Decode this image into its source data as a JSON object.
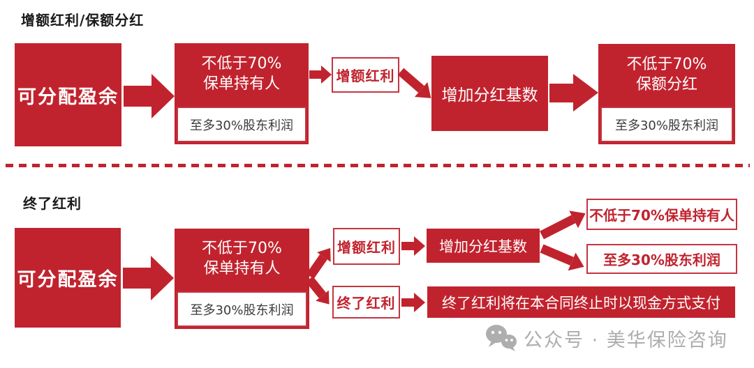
{
  "colors": {
    "red": "#C1232E",
    "label_border": "#C53441",
    "sub_text": "#3B3B3B",
    "watermark_gray": "#ADADAD"
  },
  "top": {
    "title": "增额红利/保额分红",
    "source": "可分配盈余",
    "policyholder": {
      "line1": "不低于70%",
      "line2": "保单持有人"
    },
    "shareholder_sub": "至多30%股东利润",
    "annual_label": "增额红利",
    "increase_base": "增加分红基数",
    "bonus": {
      "line1": "不低于70%",
      "line2": "保额分红"
    },
    "bonus_shareholder_sub": "至多30%股东利润"
  },
  "bottom": {
    "title": "终了红利",
    "source": "可分配盈余",
    "policyholder": {
      "line1": "不低于70%",
      "line2": "保单持有人"
    },
    "shareholder_sub": "至多30%股东利润",
    "annual_label": "增额红利",
    "terminal_label": "终了红利",
    "increase_base": "增加分红基数",
    "result_policyholder": "不低于70%保单持有人",
    "result_shareholder": "至多30%股东利润",
    "terminal_payment": "终了红利将在本合同终止时以现金方式支付"
  },
  "watermark": {
    "text": "公众号 · 美华保险咨询"
  }
}
